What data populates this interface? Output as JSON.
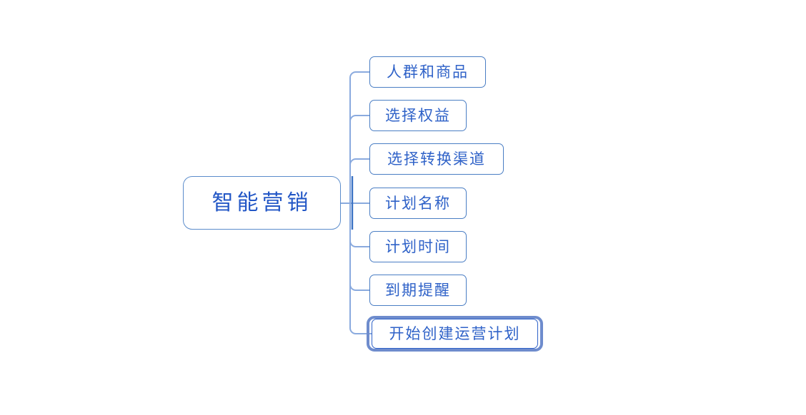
{
  "diagram": {
    "type": "mind-map",
    "title": "智能营销",
    "orientation": "left-to-right",
    "background_color": "#ffffff",
    "root": {
      "label": "智能营销",
      "text_color": "#2357c6",
      "border_color": "#5b8ccb",
      "fill_color": "#ffffff"
    },
    "branch_color": "#8aaade",
    "branch_color_main": "#3b72c4",
    "node_text_color": "#2f62c8",
    "node_border_color": "#4a7ec4",
    "selection_ring_color": "#6e8ccd",
    "children": [
      {
        "label": "人群和商品",
        "selected": "false"
      },
      {
        "label": "选择权益",
        "selected": "false"
      },
      {
        "label": "选择转换渠道",
        "selected": "false"
      },
      {
        "label": "计划名称",
        "selected": "false"
      },
      {
        "label": "计划时间",
        "selected": "false"
      },
      {
        "label": "到期提醒",
        "selected": "false"
      },
      {
        "label": "开始创建运营计划",
        "selected": "true"
      }
    ]
  }
}
